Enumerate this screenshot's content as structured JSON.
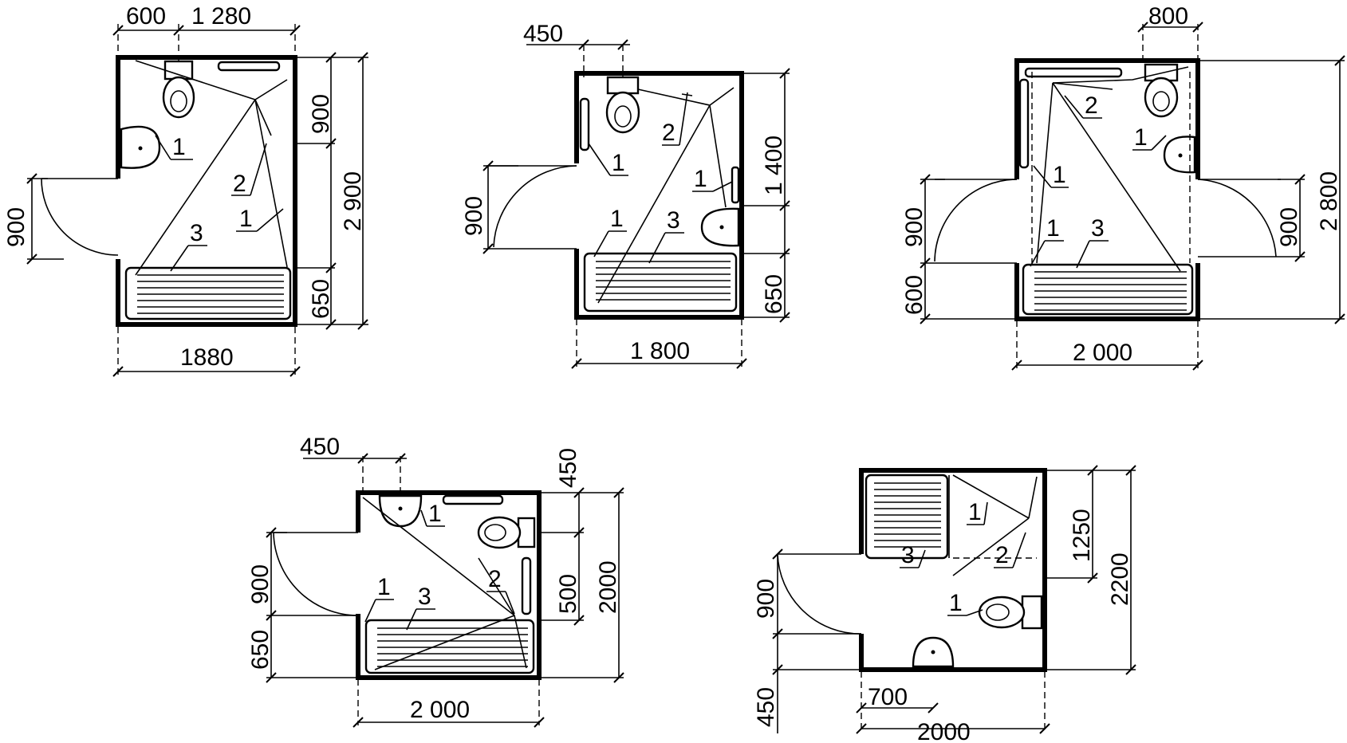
{
  "plans": [
    {
      "id": "a",
      "dims": {
        "top_left": "600",
        "top_right": "1 280",
        "right_upper": "900",
        "right_total": "2 900",
        "right_lower": "650",
        "left_door": "900",
        "bottom": "1880"
      },
      "callouts": {
        "c1a": "1",
        "c2": "2",
        "c1b": "1",
        "c3": "3"
      }
    },
    {
      "id": "b",
      "dims": {
        "top": "450",
        "right_upper": "1 400",
        "right_lower": "650",
        "left_door": "900",
        "bottom": "1 800"
      },
      "callouts": {
        "c1a": "1",
        "c2": "2",
        "c1b": "1",
        "c1c": "1",
        "c3": "3"
      }
    },
    {
      "id": "c",
      "dims": {
        "top": "800",
        "right_door": "900",
        "right_total": "2 800",
        "left_door": "900",
        "left_lower": "600",
        "bottom": "2 000"
      },
      "callouts": {
        "c2": "2",
        "c1a": "1",
        "c1b": "1",
        "c1c": "1",
        "c3": "3"
      }
    },
    {
      "id": "d",
      "dims": {
        "top": "450",
        "right_upper": "450",
        "right_mid": "500",
        "right_total": "2000",
        "left_door": "900",
        "left_lower": "650",
        "bottom": "2 000"
      },
      "callouts": {
        "c1a": "1",
        "c2": "2",
        "c1b": "1",
        "c3": "3"
      }
    },
    {
      "id": "e",
      "dims": {
        "right_upper": "1250",
        "right_total": "2200",
        "left_door": "900",
        "left_lower": "450",
        "bottom_inner": "700",
        "bottom": "2000"
      },
      "callouts": {
        "c1a": "1",
        "c3": "3",
        "c2": "2",
        "c1b": "1"
      }
    }
  ]
}
